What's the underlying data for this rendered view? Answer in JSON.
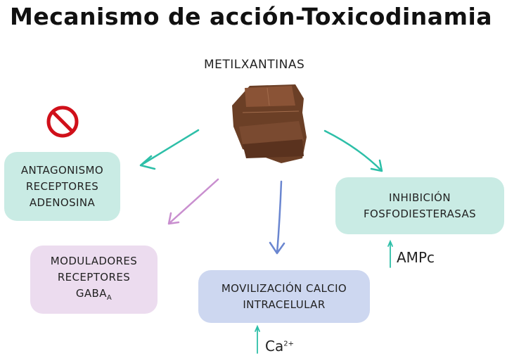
{
  "title": "Mecanismo de acción-Toxicodinamia",
  "center": {
    "label": "METILXANTINAS",
    "image": "chocolate-image"
  },
  "nodes": [
    {
      "lines": [
        "ANTAGONISMO",
        "RECEPTORES",
        "ADENOSINA"
      ]
    },
    {
      "lines": [
        "MODULADORES",
        "RECEPTORES",
        "GABA"
      ],
      "subscript": "A"
    },
    {
      "lines": [
        "MOVILIZACIÓN CALCIO",
        "INTRACELULAR"
      ]
    },
    {
      "lines": [
        "INHIBICIÓN",
        "FOSFODIESTERASAS"
      ]
    }
  ],
  "annotations": {
    "ampc": "AMPc",
    "ca": "Ca",
    "ca_sup": "2+"
  },
  "colors": {
    "teal": "#2dbfa8",
    "purple": "#c98fcf",
    "blue": "#6a86d0",
    "red": "#d0101a"
  }
}
